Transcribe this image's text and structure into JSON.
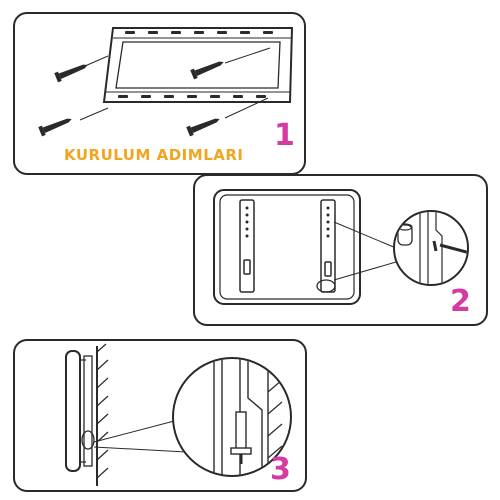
{
  "heading": "KURULUM ADIMLARI",
  "steps": [
    {
      "number": "1"
    },
    {
      "number": "2"
    },
    {
      "number": "3"
    }
  ],
  "colors": {
    "step_number": "#d63ba3",
    "heading": "#f2a51f",
    "line": "#2a2a2a"
  }
}
